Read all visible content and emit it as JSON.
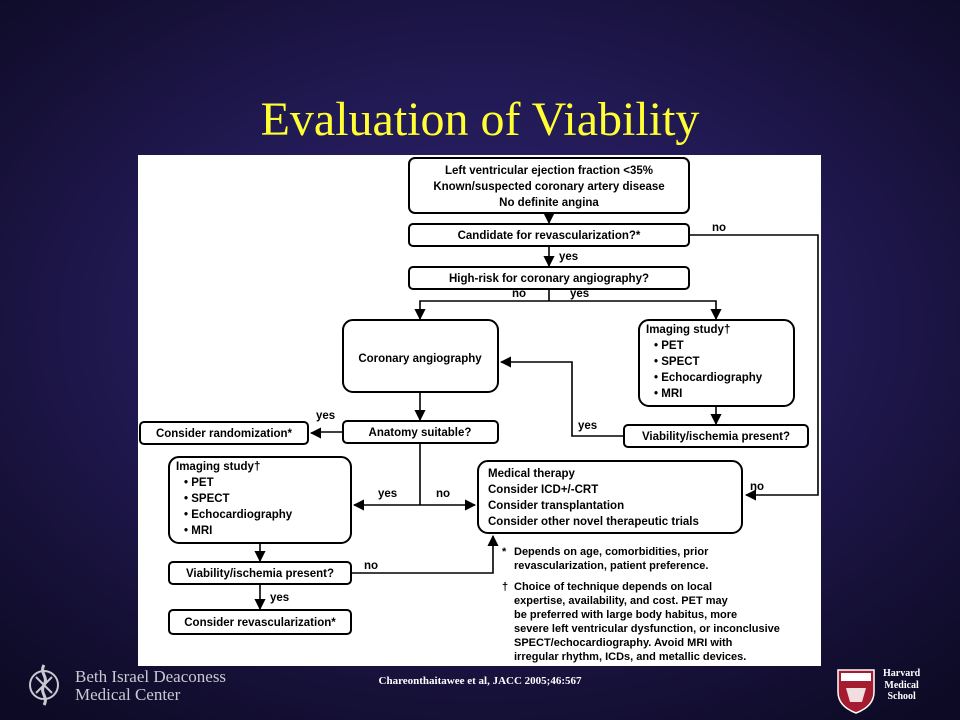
{
  "slide": {
    "title": "Evaluation of Viability",
    "citation": "Chareonthaitawee et al, JACC 2005;46:567"
  },
  "flowchart": {
    "start_box": [
      "Left ventricular ejection fraction <35%",
      "Known/suspected coronary artery disease",
      "No definite angina"
    ],
    "revasc_candidate": "Candidate for revascularization?*",
    "high_risk": "High-risk for coronary angiography?",
    "coronary_angiography": "Coronary angiography",
    "imaging_study_right": {
      "title": "Imaging study†",
      "items": [
        "PET",
        "SPECT",
        "Echocardiography",
        "MRI"
      ]
    },
    "viability_right": "Viability/ischemia present?",
    "anatomy_suitable": "Anatomy suitable?",
    "consider_randomization": "Consider randomization*",
    "imaging_study_left": {
      "title": "Imaging study†",
      "items": [
        "PET",
        "SPECT",
        "Echocardiography",
        "MRI"
      ]
    },
    "medical_therapy": [
      "Medical therapy",
      "Consider ICD+/-CRT",
      "Consider transplantation",
      "Consider other novel therapeutic trials"
    ],
    "viability_left": "Viability/ischemia present?",
    "consider_revascularization": "Consider revascularization*",
    "edge_labels": {
      "yes": "yes",
      "no": "no"
    },
    "footnote_star": {
      "symbol": "*",
      "lines": [
        "Depends on age, comorbidities, prior",
        "revascularization, patient preference."
      ]
    },
    "footnote_dagger": {
      "symbol": "†",
      "lines": [
        "Choice of technique depends on local",
        "expertise, availability, and cost.  PET may",
        "be preferred with large body habitus, more",
        "severe left ventricular dysfunction, or inconclusive",
        "SPECT/echocardiography.  Avoid MRI with",
        "irregular rhythm, ICDs, and metallic devices."
      ]
    }
  },
  "logos": {
    "bidmc": [
      "Beth Israel Deaconess",
      "Medical Center"
    ],
    "harvard": [
      "Harvard",
      "Medical",
      "School"
    ]
  },
  "colors": {
    "title": "#ffff33",
    "background": "#221a55",
    "citation": "#ffffff"
  }
}
